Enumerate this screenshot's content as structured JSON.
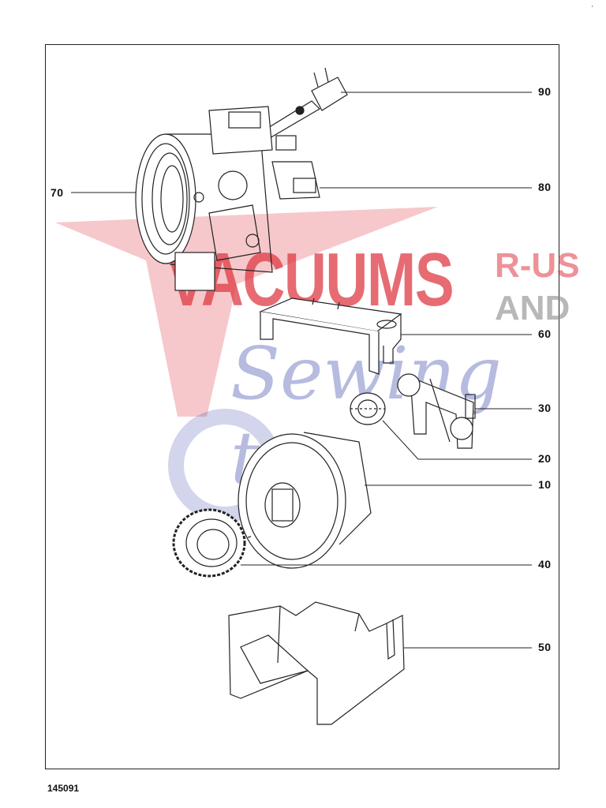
{
  "callouts": [
    {
      "id": "90",
      "text": "90"
    },
    {
      "id": "80",
      "text": "80"
    },
    {
      "id": "70",
      "text": "70"
    },
    {
      "id": "60",
      "text": "60"
    },
    {
      "id": "30",
      "text": "30"
    },
    {
      "id": "20",
      "text": "20"
    },
    {
      "id": "10",
      "text": "10"
    },
    {
      "id": "40",
      "text": "40"
    },
    {
      "id": "50",
      "text": "50"
    }
  ],
  "document_number": "145091",
  "corner_mark": ",",
  "watermark": {
    "main": "VACUUMS",
    "r_us": "R-US",
    "and": "AND",
    "script": "Sewing too",
    "colors": {
      "red": "#e03a44",
      "gray": "#8a8a8a",
      "blue": "#4a56b0"
    }
  }
}
